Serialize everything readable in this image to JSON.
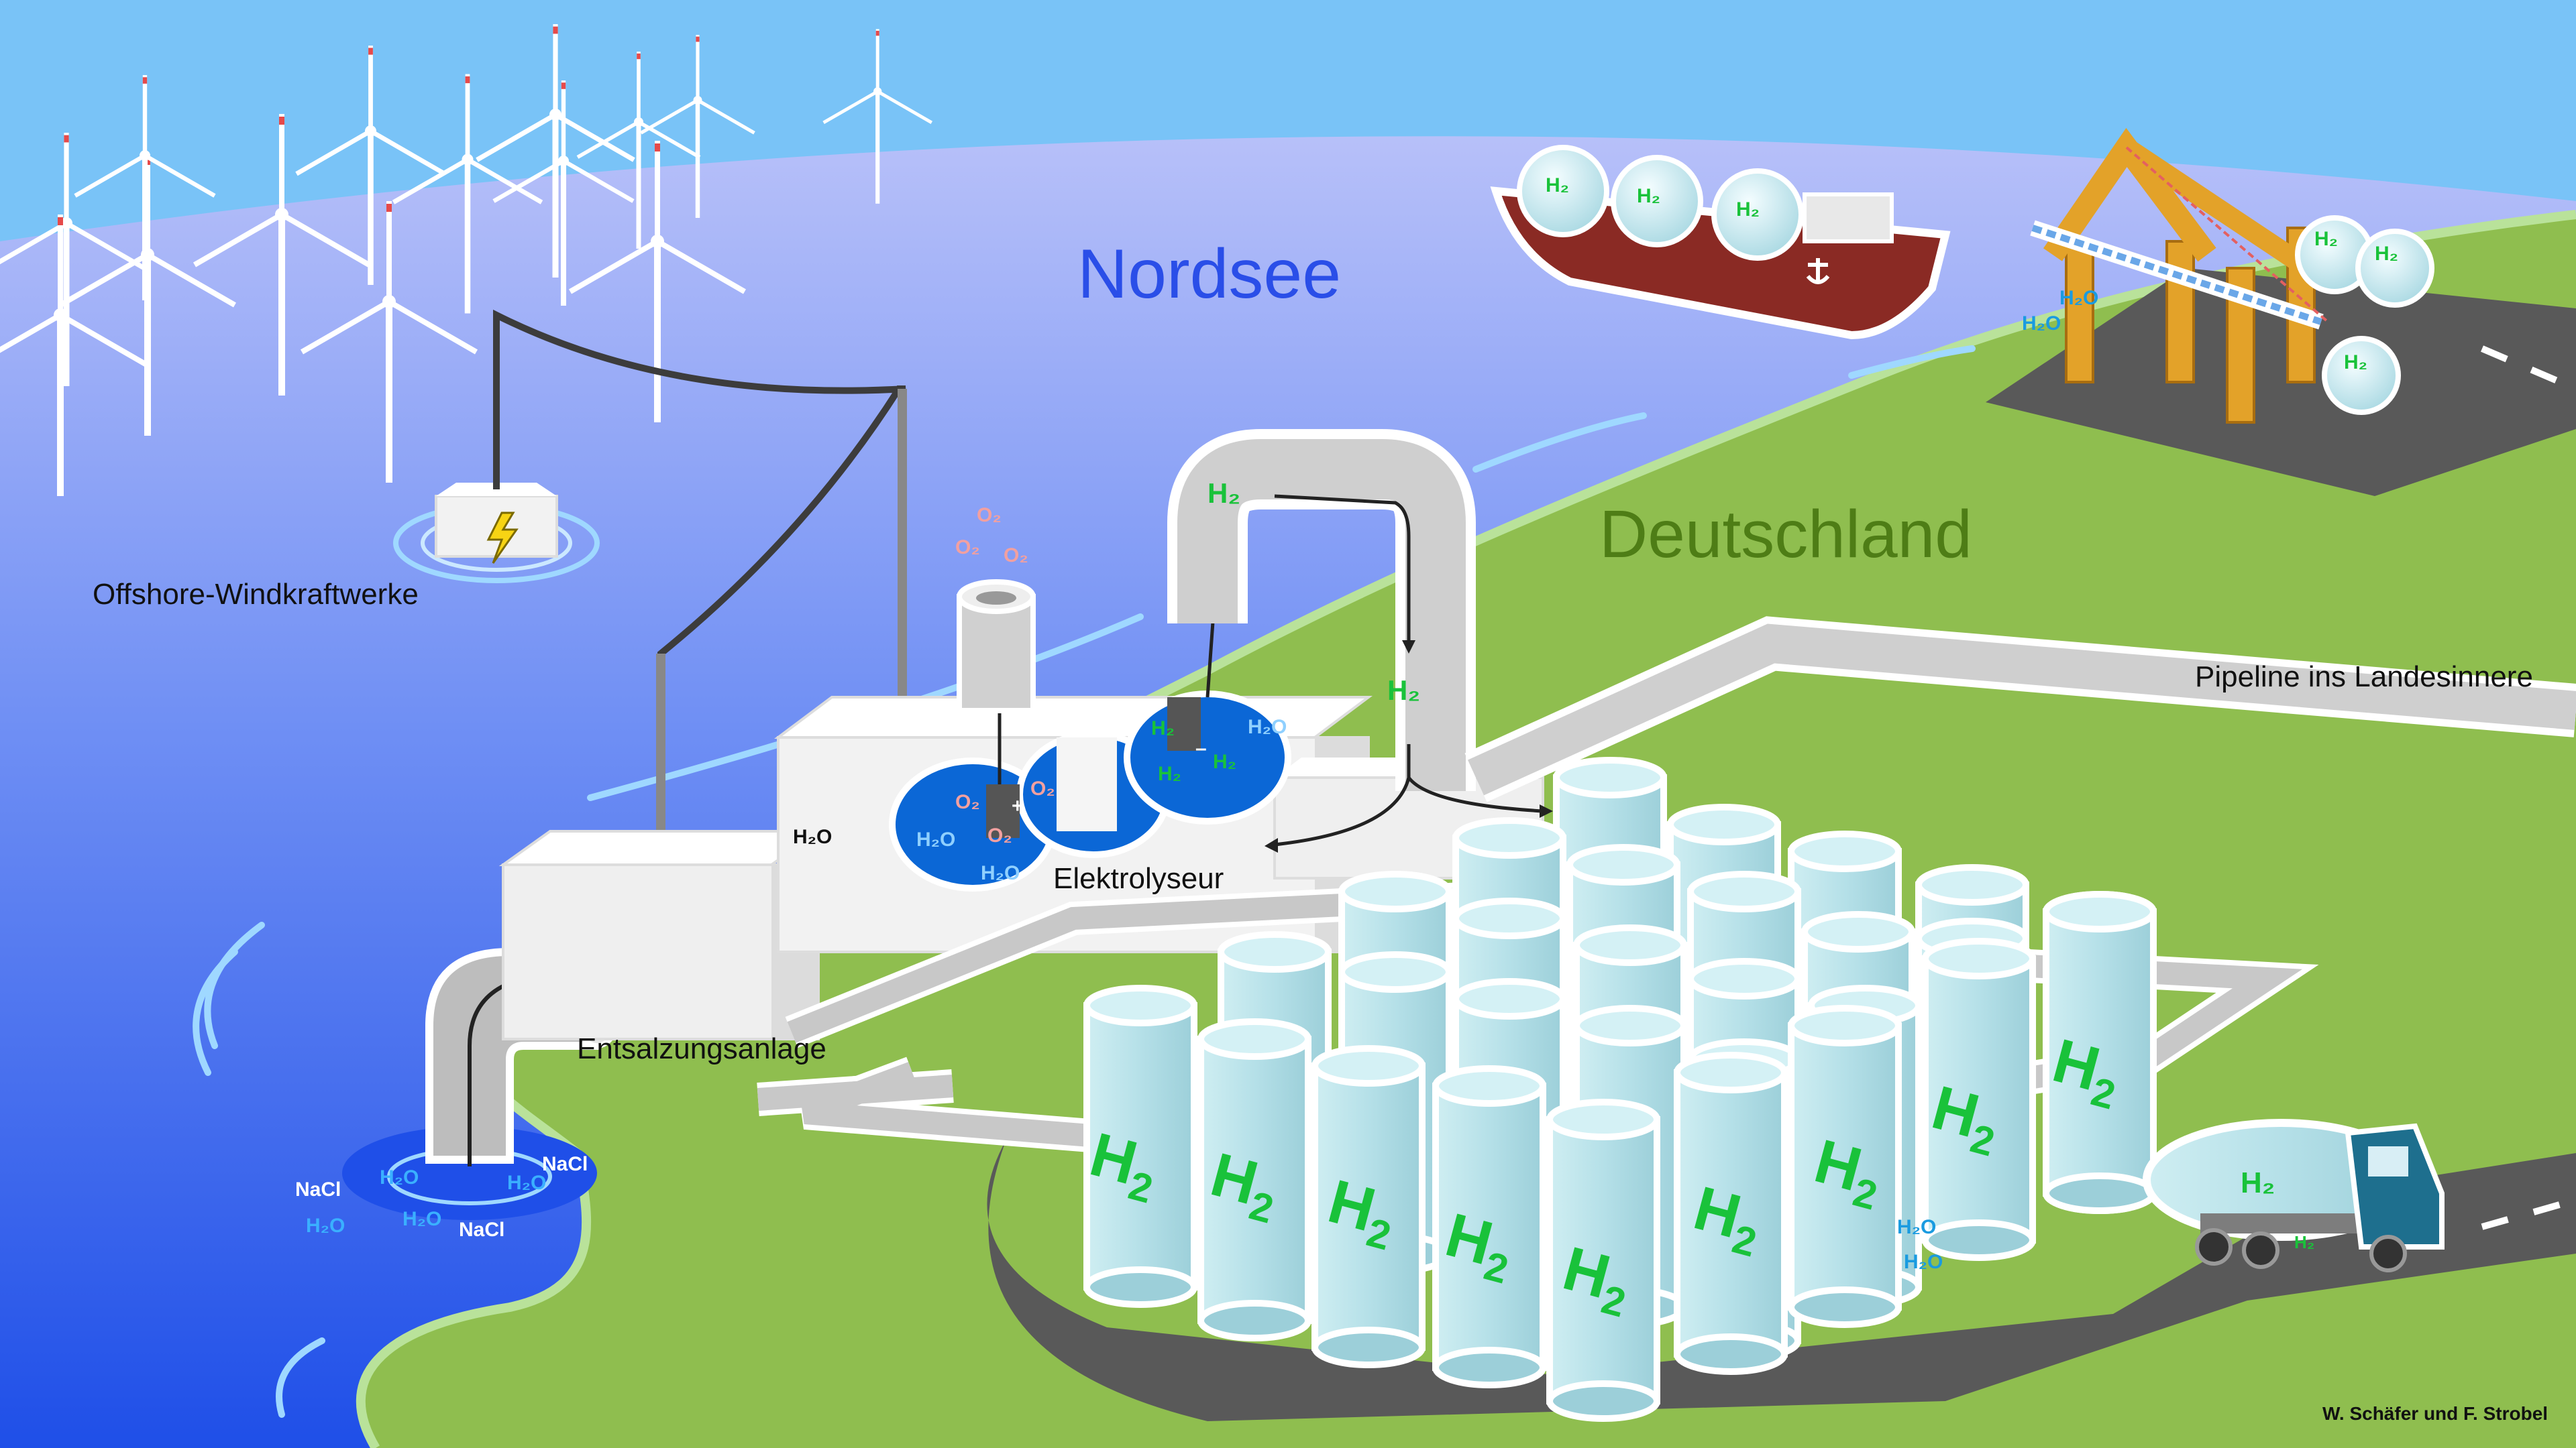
{
  "labels": {
    "sea": "Nordsee",
    "land": "Deutschland",
    "wind": "Offshore-Windkraftwerke",
    "desal": "Entsalzungsanlage",
    "electrolyser": "Elektrolyseur",
    "pipeline": "Pipeline ins Landesinnere",
    "credit": "W. Schäfer und F. Strobel"
  },
  "chem": {
    "nacl": "NaCl",
    "h2o": "H₂O",
    "h2": "H₂",
    "o2": "O₂",
    "plus": "+",
    "minus": "–"
  },
  "colors": {
    "sky": "#79c3f7",
    "sea": "#3a67f0",
    "land": "#8fbe4f",
    "h2_green": "#19c23a",
    "h2o_blue": "#1a9be0",
    "o2_pink": "#f2a0a0",
    "ship_hull": "#8a2a24",
    "crane": "#e3a229",
    "tank": "#a9dbe6",
    "pipe": "#c8c8c8"
  }
}
